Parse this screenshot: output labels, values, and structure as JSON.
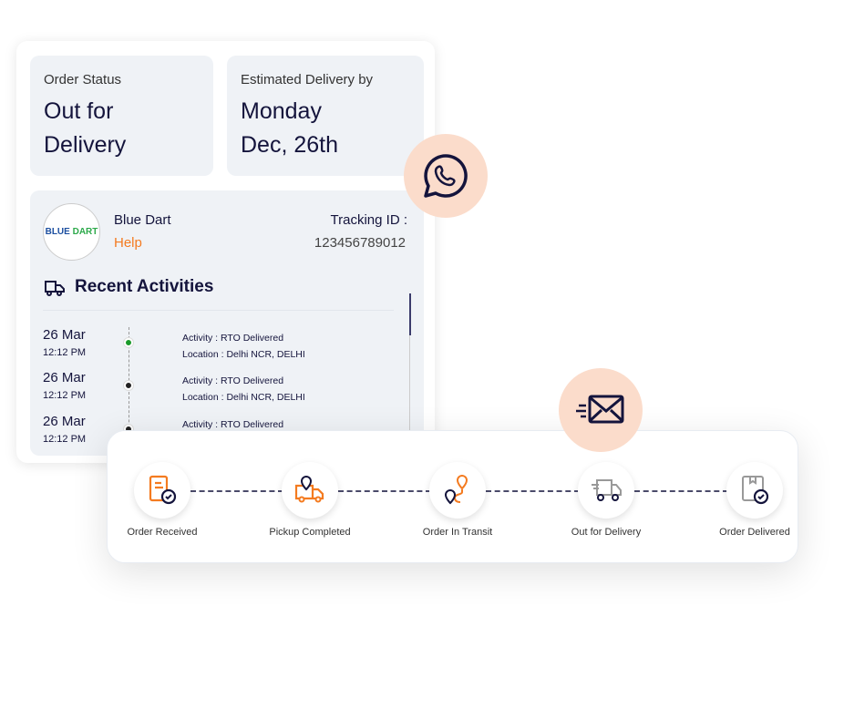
{
  "status": {
    "label": "Order Status",
    "value_line1": "Out for",
    "value_line2": "Delivery"
  },
  "delivery": {
    "label": "Estimated Delivery by",
    "value_line1": "Monday",
    "value_line2": "Dec, 26th"
  },
  "courier": {
    "logo_text_1": "BLUE",
    "logo_text_2": "DART",
    "name": "Blue Dart",
    "help": "Help",
    "tracking_label": "Tracking ID :",
    "tracking_id": "123456789012"
  },
  "activities": {
    "title": "Recent Activities",
    "items": [
      {
        "date": "26 Mar",
        "time": "12:12 PM",
        "activity": "Activity : RTO Delivered",
        "location": "Location : Delhi NCR, DELHI",
        "status": "current"
      },
      {
        "date": "26 Mar",
        "time": "12:12 PM",
        "activity": "Activity : RTO Delivered",
        "location": "Location : Delhi NCR, DELHI",
        "status": "done"
      },
      {
        "date": "26 Mar",
        "time": "12:12 PM",
        "activity": "Activity : RTO Delivered",
        "location": "",
        "status": "done"
      }
    ]
  },
  "steps": [
    {
      "label": "Order Received"
    },
    {
      "label": "Pickup Completed"
    },
    {
      "label": "Order In Transit"
    },
    {
      "label": "Out for Delivery"
    },
    {
      "label": "Order Delivered"
    }
  ],
  "colors": {
    "accent": "#f47b20",
    "navy": "#14143c",
    "peach": "#fbdccb",
    "green": "#1a9a2a"
  }
}
